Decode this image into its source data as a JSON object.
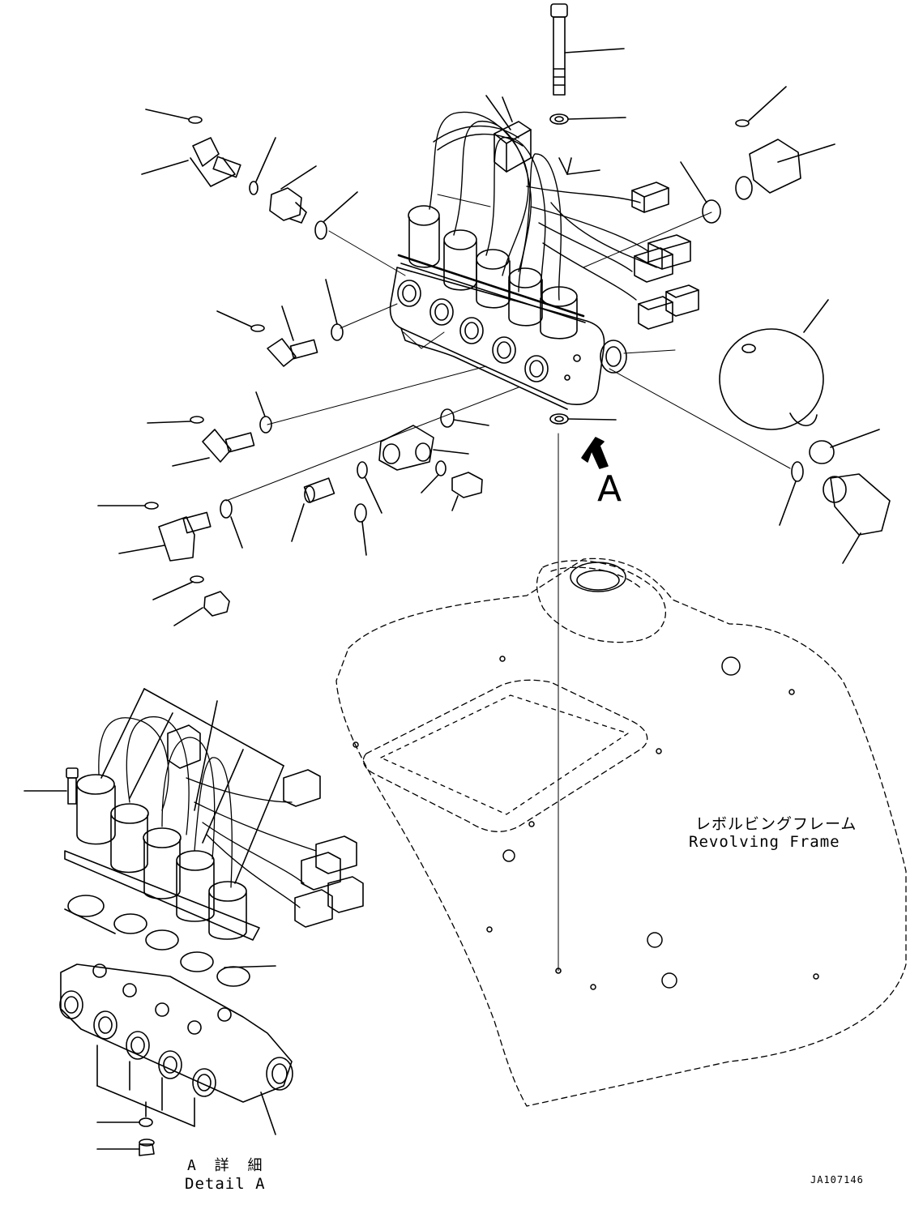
{
  "frame_label": {
    "jp": "レボルビングフレーム",
    "en": "Revolving Frame"
  },
  "view_marker": "A",
  "detail_label": {
    "jp": "A 詳 細",
    "en": "Detail A"
  },
  "drawing_code": "JA107146"
}
